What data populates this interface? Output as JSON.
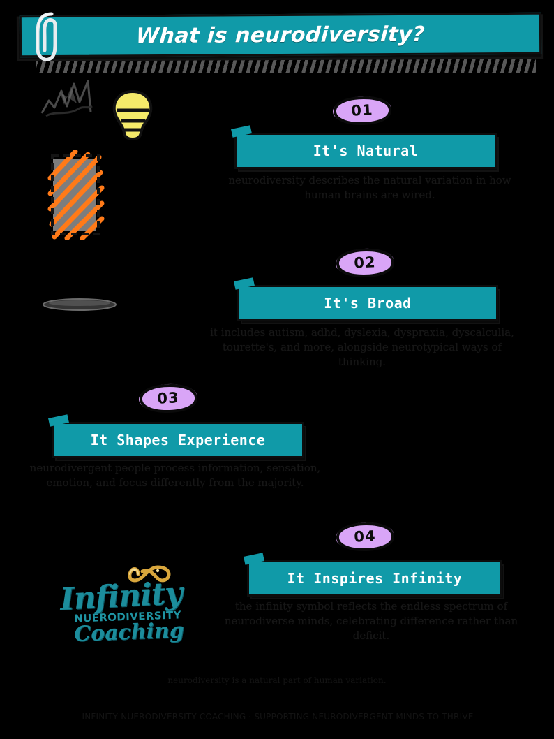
{
  "header": {
    "title": "What is neurodiversity?",
    "paperclip_icon": "paperclip-icon",
    "banner_color": "#109aa8",
    "comb_color": "#5d5d5d"
  },
  "theme": {
    "background": "#000000",
    "teal": "#109aa8",
    "badge_purple": "#d9a5f7",
    "bulb_yellow": "#f5ea6a",
    "hatch_orange": "#ff7a18",
    "title_text": "#ffffff",
    "body_text": "#171717"
  },
  "sections": [
    {
      "number": "01",
      "title": "It's Natural",
      "body": "neurodiversity describes the natural variation in how human brains are wired."
    },
    {
      "number": "02",
      "title": "It's Broad",
      "body": "it includes autism, adhd, dyslexia, dyspraxia, dyscalculia, tourette's, and more, alongside neurotypical ways of thinking."
    },
    {
      "number": "03",
      "title": "It Shapes Experience",
      "body": "neurodivergent people process information, sensation, emotion, and focus differently from the majority."
    },
    {
      "number": "04",
      "title": "It Inspires Infinity",
      "body": "the infinity symbol reflects the endless spectrum of neurodiverse minds, celebrating difference rather than deficit."
    }
  ],
  "decorations": [
    {
      "name": "sketch-chart-icon",
      "label": "sketch-chart"
    },
    {
      "name": "lightbulb-icon",
      "label": "lightbulb"
    },
    {
      "name": "orange-hatch-box",
      "label": "hatched-block"
    },
    {
      "name": "gray-lens-shape",
      "label": "lens"
    }
  ],
  "logo": {
    "word": "Infinity",
    "subtitle": "NUERODIVERSITY",
    "coaching": "Coaching",
    "infinity_icon": "infinity-icon",
    "color": "#1c8d9c"
  },
  "footer": {
    "note": "neurodiversity is a natural part of human variation.",
    "bar": "INFINITY NUERODIVERSITY COACHING  ·  SUPPORTING NEURODIVERGENT MINDS TO THRIVE"
  }
}
